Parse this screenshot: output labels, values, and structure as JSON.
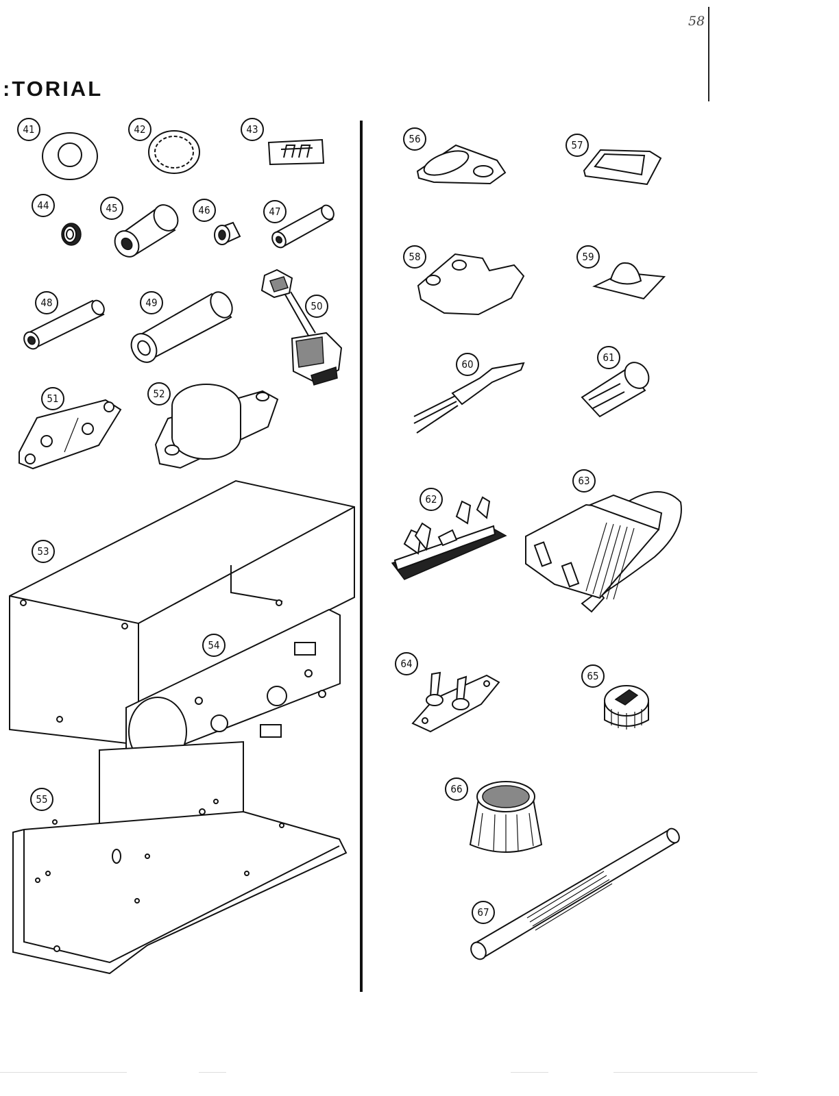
{
  "page": {
    "title": ":TORIAL",
    "page_mark": "58"
  },
  "parts": [
    {
      "id": "p41",
      "number": "41"
    },
    {
      "id": "p42",
      "number": "42"
    },
    {
      "id": "p43",
      "number": "43"
    },
    {
      "id": "p44",
      "number": "44"
    },
    {
      "id": "p45",
      "number": "45"
    },
    {
      "id": "p46",
      "number": "46"
    },
    {
      "id": "p47",
      "number": "47"
    },
    {
      "id": "p48",
      "number": "48"
    },
    {
      "id": "p49",
      "number": "49"
    },
    {
      "id": "p50",
      "number": "50"
    },
    {
      "id": "p51",
      "number": "51"
    },
    {
      "id": "p52",
      "number": "52"
    },
    {
      "id": "p53",
      "number": "53"
    },
    {
      "id": "p54",
      "number": "54"
    },
    {
      "id": "p55",
      "number": "55"
    },
    {
      "id": "p56",
      "number": "56"
    },
    {
      "id": "p57",
      "number": "57"
    },
    {
      "id": "p58",
      "number": "58"
    },
    {
      "id": "p59",
      "number": "59"
    },
    {
      "id": "p60",
      "number": "60"
    },
    {
      "id": "p61",
      "number": "61"
    },
    {
      "id": "p62",
      "number": "62"
    },
    {
      "id": "p63",
      "number": "63"
    },
    {
      "id": "p64",
      "number": "64"
    },
    {
      "id": "p65",
      "number": "65"
    },
    {
      "id": "p66",
      "number": "66"
    },
    {
      "id": "p67",
      "number": "67"
    }
  ]
}
